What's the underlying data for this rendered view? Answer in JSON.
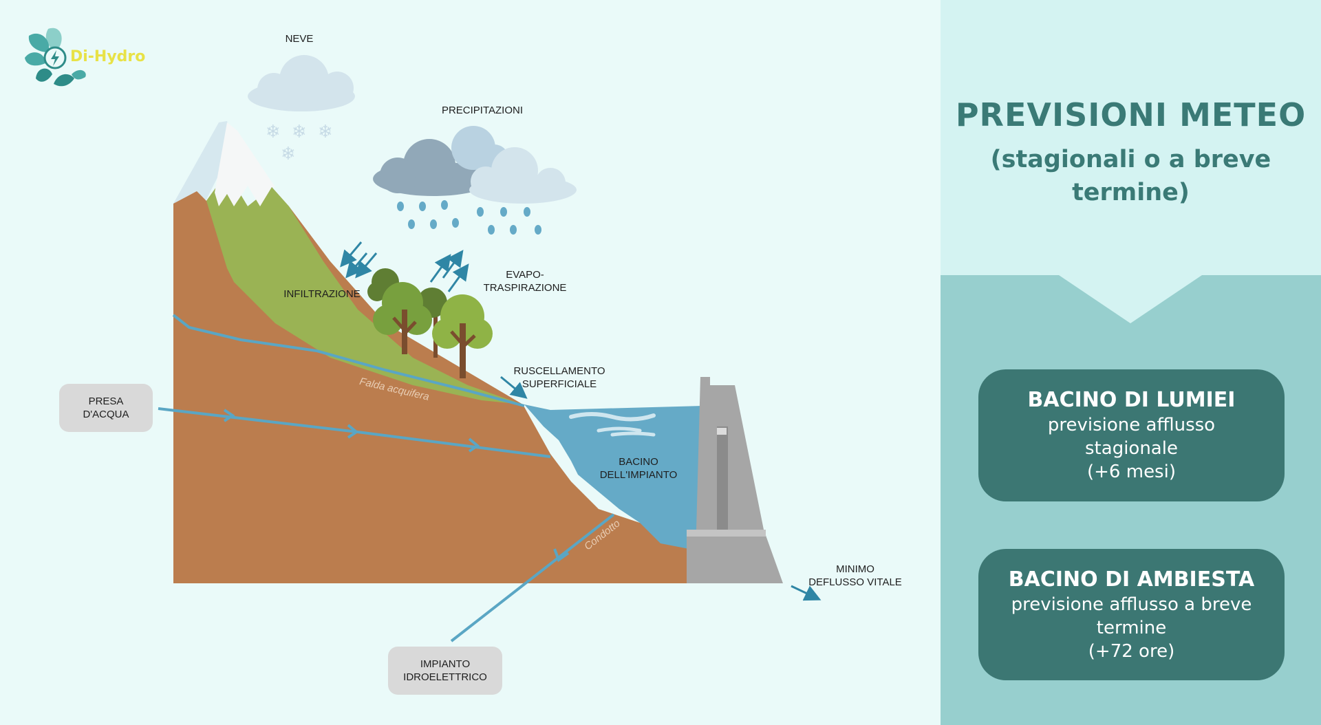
{
  "logo": {
    "text": "Di-Hydro"
  },
  "diagram": {
    "labels": {
      "neve": "NEVE",
      "precipitazioni": "PRECIPITAZIONI",
      "infiltrazione": "INFILTRAZIONE",
      "evapo_1": "EVAPO-",
      "evapo_2": "TRASPIRAZIONE",
      "ruscellamento_1": "RUSCELLAMENTO",
      "ruscellamento_2": "SUPERFICIALE",
      "falda": "Falda acquifera",
      "bacino_1": "BACINO",
      "bacino_2": "DELL'IMPIANTO",
      "condotto": "Condotto",
      "minimo_1": "MINIMO",
      "minimo_2": "DEFLUSSO VITALE"
    },
    "presa": {
      "line1": "PRESA",
      "line2": "D'ACQUA"
    },
    "impianto": {
      "line1": "IMPIANTO",
      "line2": "IDROELETTRICO"
    },
    "colors": {
      "background": "#eafaf9",
      "soil": "#bb7d4e",
      "grass": "#9ab354",
      "water": "#65aac7",
      "arrow": "#2f86a5",
      "snow": "#f5f7f7",
      "dam": "#a6a6a6"
    }
  },
  "panel": {
    "title": "PREVISIONI METEO",
    "subtitle": "(stagionali o a breve termine)",
    "cards": [
      {
        "title": "BACINO DI LUMIEI",
        "line1": "previsione afflusso",
        "line2": "stagionale",
        "line3": "(+6 mesi)"
      },
      {
        "title": "BACINO DI AMBIESTA",
        "line1": "previsione afflusso a breve",
        "line2": "termine",
        "line3": "(+72 ore)"
      }
    ],
    "colors": {
      "top": "#d4f3f2",
      "bottom": "#97cfce",
      "card": "#3c7773",
      "title": "#3a7a76"
    }
  }
}
